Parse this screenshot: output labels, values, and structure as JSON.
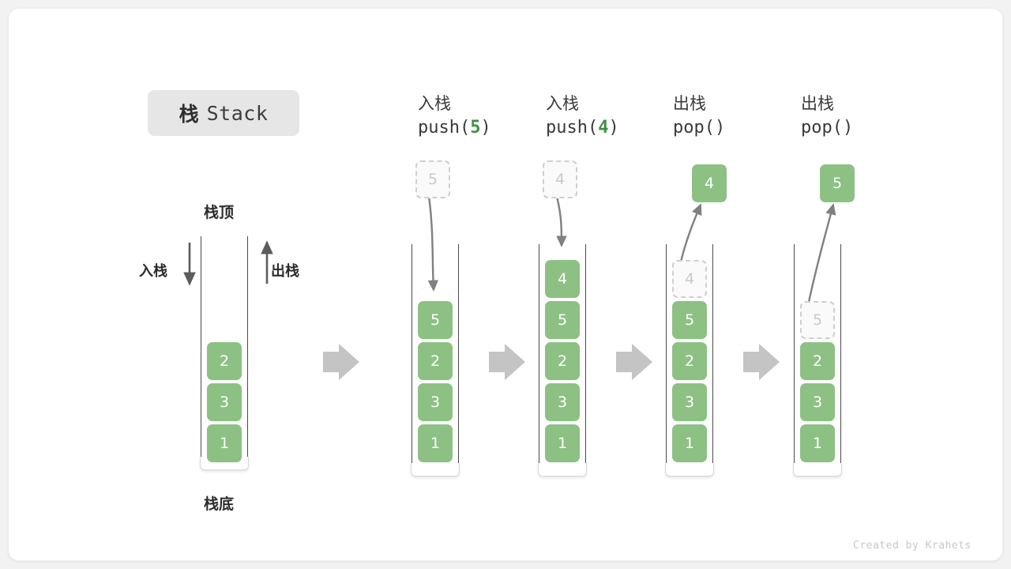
{
  "title": {
    "cjk": "栈",
    "latin": "Stack"
  },
  "labels": {
    "top": "栈顶",
    "bottom": "栈底",
    "push": "入栈",
    "pop": "出栈"
  },
  "colors": {
    "element": "#8cc183",
    "element_text": "#ffffff",
    "ghost_border": "#cfcfcf",
    "ghost_text": "#c9c9c9",
    "accent_green": "#3f9142",
    "block_arrow": "#c4c4c4",
    "curve_arrow": "#808080",
    "wall": "#4a4a4a",
    "badge_bg": "#e6e6e6"
  },
  "base_stack": {
    "items": [
      "2",
      "3",
      "1"
    ]
  },
  "steps": [
    {
      "op_cjk": "入栈",
      "op_code_prefix": "push(",
      "op_code_num": "5",
      "op_code_suffix": ")",
      "float_value": "5",
      "float_state": "ghost",
      "direction": "in",
      "items": [
        "5",
        "2",
        "3",
        "1"
      ]
    },
    {
      "op_cjk": "入栈",
      "op_code_prefix": "push(",
      "op_code_num": "4",
      "op_code_suffix": ")",
      "float_value": "4",
      "float_state": "ghost",
      "direction": "in",
      "items": [
        "4",
        "5",
        "2",
        "3",
        "1"
      ]
    },
    {
      "op_cjk": "出栈",
      "op_code_prefix": "pop(",
      "op_code_num": "",
      "op_code_suffix": ")",
      "float_value": "4",
      "float_state": "solid",
      "direction": "out",
      "items": [
        "4",
        "5",
        "2",
        "3",
        "1"
      ],
      "ghost_top": "4"
    },
    {
      "op_cjk": "出栈",
      "op_code_prefix": "pop(",
      "op_code_num": "",
      "op_code_suffix": ")",
      "float_value": "5",
      "float_state": "solid",
      "direction": "out",
      "items": [
        "5",
        "2",
        "3",
        "1"
      ],
      "ghost_top": "5"
    }
  ],
  "footer": "Created by Krahets"
}
